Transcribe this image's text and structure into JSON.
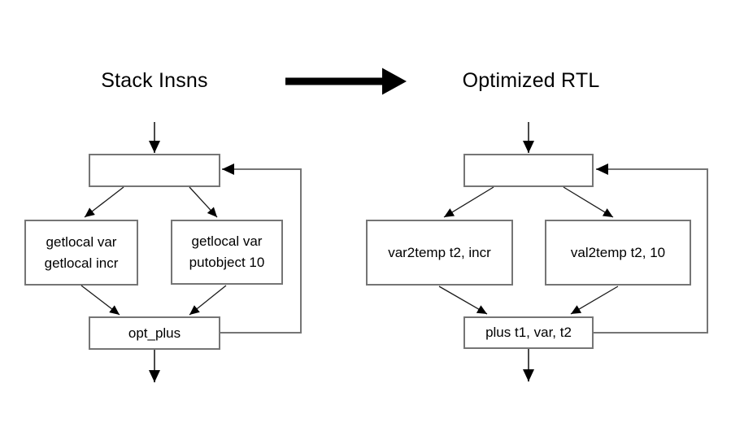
{
  "titles": {
    "left": "Stack Insns",
    "right": "Optimized RTL"
  },
  "transform_arrow": {
    "meaning": "transforms-into",
    "color": "#000000"
  },
  "colors": {
    "background": "#ffffff",
    "box_border": "#757575",
    "loop_line": "#757575",
    "entry_exit_line": "#4a4a4a",
    "diagonal_line": "#1a1a1a",
    "arrowhead": "#000000",
    "text": "#000000"
  },
  "diagrams": {
    "left": {
      "title": "Stack Insns",
      "nodes": {
        "entry": {
          "lines": []
        },
        "branch_left": {
          "lines": [
            "getlocal var",
            "getlocal incr"
          ]
        },
        "branch_right": {
          "lines": [
            "getlocal var",
            "putobject 10"
          ]
        },
        "merge": {
          "lines": [
            "opt_plus"
          ]
        }
      },
      "edges": [
        "entry-arrow-in",
        "entry-to-branch-left",
        "entry-to-branch-right",
        "branch-left-to-merge",
        "branch-right-to-merge",
        "merge-exit-arrow",
        "merge-loop-back-to-entry"
      ]
    },
    "right": {
      "title": "Optimized RTL",
      "nodes": {
        "entry": {
          "lines": []
        },
        "branch_left": {
          "lines": [
            "var2temp t2, incr"
          ]
        },
        "branch_right": {
          "lines": [
            "val2temp t2, 10"
          ]
        },
        "merge": {
          "lines": [
            "plus t1, var, t2"
          ]
        }
      },
      "edges": [
        "entry-arrow-in",
        "entry-to-branch-left",
        "entry-to-branch-right",
        "branch-left-to-merge",
        "branch-right-to-merge",
        "merge-exit-arrow",
        "merge-loop-back-to-entry"
      ]
    }
  }
}
